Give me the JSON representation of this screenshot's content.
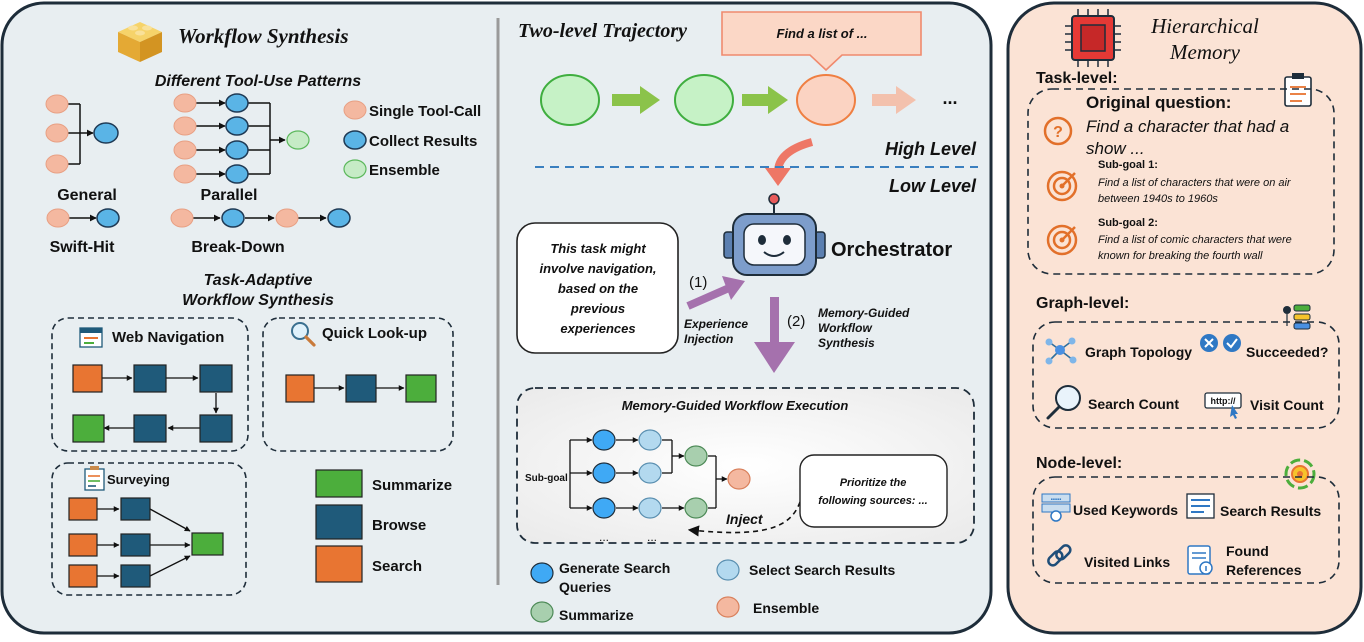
{
  "workflow": {
    "title": "Workflow Synthesis",
    "patterns_title": "Different Tool-Use Patterns",
    "pattern_labels": {
      "general": "General",
      "parallel": "Parallel",
      "swift_hit": "Swift-Hit",
      "break_down": "Break-Down"
    },
    "node_legend": {
      "single": "Single Tool-Call",
      "collect": "Collect Results",
      "ensemble": "Ensemble"
    },
    "adaptive_title_1": "Task-Adaptive",
    "adaptive_title_2": "Workflow Synthesis",
    "web_navigation": "Web Navigation",
    "quick_lookup": "Quick Look-up",
    "surveying": "Surveying",
    "block_legend": {
      "summarize": "Summarize",
      "browse": "Browse",
      "search": "Search"
    }
  },
  "trajectory": {
    "title": "Two-level Trajectory",
    "callout": "Find a list of ...",
    "ellipsis": "...",
    "high_level": "High Level",
    "low_level": "Low Level",
    "orchestrator": "Orchestrator",
    "bubble_lines": [
      "This task might",
      "involve navigation,",
      "based on the",
      "previous",
      "experiences"
    ],
    "step1": "(1)",
    "step2": "(2)",
    "experience_1": "Experience",
    "experience_2": "Injection",
    "mgws_1": "Memory-Guided",
    "mgws_2": "Workflow",
    "mgws_3": "Synthesis",
    "execution_title": "Memory-Guided Workflow Execution",
    "subgoal": "Sub-goal",
    "dots": "...",
    "inject": "Inject",
    "prioritize_1": "Prioritize the",
    "prioritize_2": "following sources: ...",
    "legend": {
      "generate_1": "Generate Search",
      "generate_2": "Queries",
      "select": "Select Search Results",
      "summarize": "Summarize",
      "ensemble": "Ensemble"
    }
  },
  "memory": {
    "title_1": "Hierarchical",
    "title_2": "Memory",
    "task_level": "Task-level:",
    "original_question": "Original question:",
    "question_1": "Find a character that had a",
    "question_2": "show ...",
    "subgoal1_title": "Sub-goal 1:",
    "subgoal1_line1": "Find a list of characters that were on air",
    "subgoal1_line2": "between 1940s to 1960s",
    "subgoal2_title": "Sub-goal 2:",
    "subgoal2_line1": "Find a list of comic characters that were",
    "subgoal2_line2": "known for breaking the fourth wall",
    "graph_level": "Graph-level:",
    "graph_topology": "Graph Topology",
    "succeeded": "Succeeded?",
    "search_count": "Search Count",
    "http_label": "http://",
    "visit_count": "Visit Count",
    "node_level": "Node-level:",
    "used_keywords": "Used Keywords",
    "search_results": "Search Results",
    "visited_links": "Visited Links",
    "found_1": "Found",
    "found_2": "References"
  },
  "colors": {
    "panel_bg": "#e8eef1",
    "memory_bg": "#fbe3d5",
    "orange_node": "#f4b8a0",
    "blue_node": "#5ab4e6",
    "green_node": "#c6ebc6",
    "block_orange": "#e87532",
    "block_blue": "#1f5a7a",
    "block_green": "#4cae3c",
    "arrow_green": "#8bc34a",
    "arrow_purple": "#a571ad",
    "arrow_salmon": "#ee7766"
  }
}
